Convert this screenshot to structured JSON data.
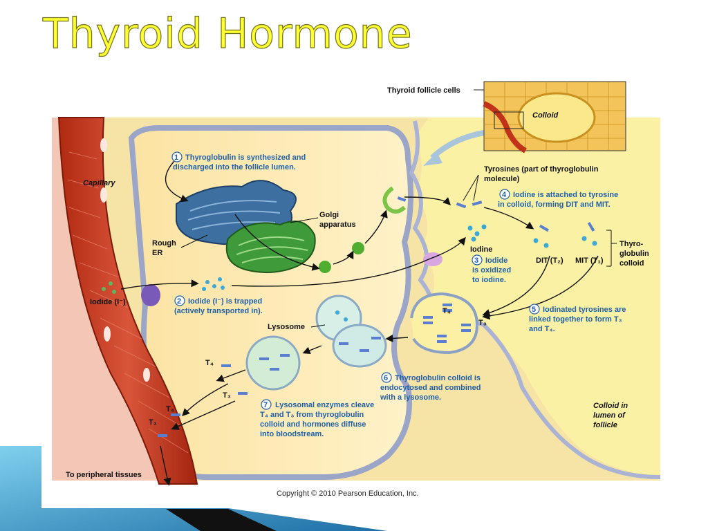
{
  "title": "Thyroid Hormone",
  "copyright": "Copyright © 2010 Pearson Education, Inc.",
  "inset": {
    "label": "Thyroid follicle cells",
    "colloid": "Colloid"
  },
  "labels": {
    "capillary": "Capillary",
    "rough_er": [
      "Rough",
      "ER"
    ],
    "golgi": [
      "Golgi",
      "apparatus"
    ],
    "iodide": "Iodide (I⁻)",
    "lysosome": "Lysosome",
    "iodine": "Iodine",
    "tyrosines": [
      "Tyrosines (part of thyroglobulin",
      "molecule)"
    ],
    "dit": "DIT (T₂)",
    "mit": "MIT (T₁)",
    "thyroglobulin_colloid": [
      "Thyro-",
      "globulin",
      "colloid"
    ],
    "colloid_lumen": [
      "Colloid in",
      "lumen of",
      "follicle"
    ],
    "peripheral": "To peripheral tissues",
    "t4": "T₄",
    "t3": "T₃"
  },
  "steps": [
    {
      "num": "1",
      "lines": [
        "Thyroglobulin is synthesized and",
        "discharged into the follicle lumen."
      ]
    },
    {
      "num": "2",
      "lines": [
        "Iodide (I⁻) is trapped",
        "(actively transported in)."
      ]
    },
    {
      "num": "3",
      "lines": [
        "Iodide",
        "is oxidized",
        "to iodine."
      ]
    },
    {
      "num": "4",
      "lines": [
        "Iodine is attached to tyrosine",
        "in colloid, forming DIT and MIT."
      ]
    },
    {
      "num": "5",
      "lines": [
        "Iodinated tyrosines are",
        "linked together to form T₃",
        "and T₄."
      ]
    },
    {
      "num": "6",
      "lines": [
        "Thyroglobulin colloid is",
        "endocytosed and combined",
        "with a lysosome."
      ]
    },
    {
      "num": "7",
      "lines": [
        "Lysosomal enzymes cleave",
        "T₄ and T₃ from thyroglobulin",
        "colloid and hormones diffuse",
        "into bloodstream."
      ]
    }
  ]
}
